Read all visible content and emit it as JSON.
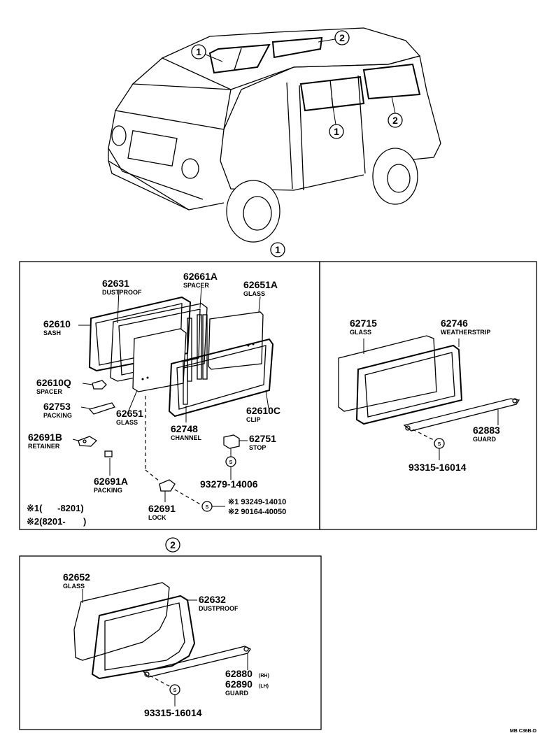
{
  "callouts": {
    "one": "1",
    "two": "2"
  },
  "panel1": {
    "parts": [
      {
        "number": "62631",
        "name": "DUSTPROOF"
      },
      {
        "number": "62661A",
        "name": "SPACER"
      },
      {
        "number": "62651A",
        "name": "GLASS"
      },
      {
        "number": "62610",
        "name": "SASH"
      },
      {
        "number": "62610Q",
        "name": "SPACER"
      },
      {
        "number": "62753",
        "name": "PACKING"
      },
      {
        "number": "62651",
        "name": "GLASS"
      },
      {
        "number": "62748",
        "name": "CHANNEL"
      },
      {
        "number": "62610C",
        "name": "CLIP"
      },
      {
        "number": "62691B",
        "name": "RETAINER"
      },
      {
        "number": "62751",
        "name": "STOP"
      },
      {
        "number": "62691A",
        "name": "PACKING"
      },
      {
        "number": "62691",
        "name": "LOCK"
      }
    ],
    "screw_symbol": "S",
    "screw_stop": "93279-14006",
    "screw_lock_1": "※1 93249-14010",
    "screw_lock_2": "※2 90164-40050",
    "note1": "※1(      -8201)",
    "note2": "※2(8201-       )"
  },
  "panel1b": {
    "parts": [
      {
        "number": "62715",
        "name": "GLASS"
      },
      {
        "number": "62746",
        "name": "WEATHERSTRIP"
      },
      {
        "number": "62883",
        "name": "GUARD"
      }
    ],
    "screw_symbol": "S",
    "screw": "93315-16014"
  },
  "panel2": {
    "parts": [
      {
        "number": "62652",
        "name": "GLASS"
      },
      {
        "number": "62632",
        "name": "DUSTPROOF"
      }
    ],
    "guard_rh": "62880",
    "guard_rh_tag": "(RH)",
    "guard_lh": "62890",
    "guard_lh_tag": "(LH)",
    "guard_name": "GUARD",
    "screw_symbol": "S",
    "screw": "93315-16014"
  },
  "footer_code": "MB C36B-D"
}
